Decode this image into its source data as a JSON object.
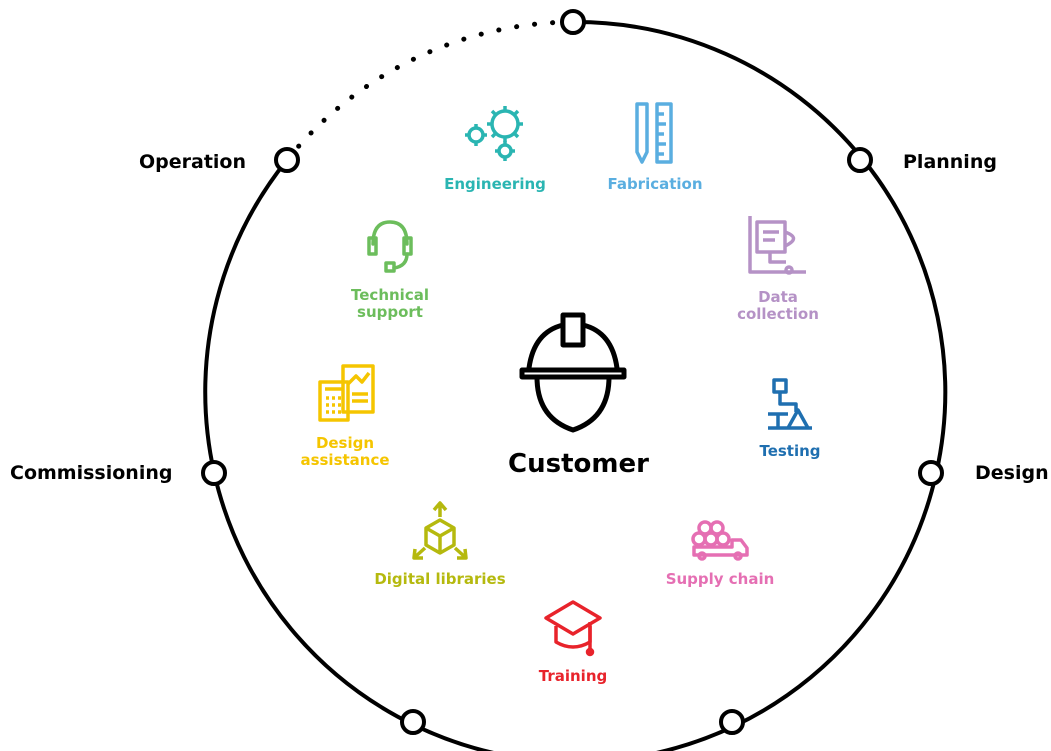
{
  "center": {
    "label": "Customer"
  },
  "stages": {
    "planning": "Planning",
    "design": "Design",
    "commissioning": "Commissioning",
    "operation": "Operation"
  },
  "services": {
    "engineering": {
      "label": "Engineering",
      "color": "#2ab5b2",
      "icon": "gears-icon"
    },
    "fabrication": {
      "label": "Fabrication",
      "color": "#5aaee0",
      "icon": "pencil-ruler-icon"
    },
    "data_collection": {
      "label": "Data\ncollection",
      "color": "#b592c6",
      "icon": "data-collection-icon"
    },
    "testing": {
      "label": "Testing",
      "color": "#1f6fb0",
      "icon": "microscope-icon"
    },
    "supply_chain": {
      "label": "Supply chain",
      "color": "#e56fb3",
      "icon": "truck-pipes-icon"
    },
    "training": {
      "label": "Training",
      "color": "#e8232b",
      "icon": "graduation-cap-icon"
    },
    "digital_libraries": {
      "label": "Digital libraries",
      "color": "#b5b90e",
      "icon": "cube-arrows-icon"
    },
    "design_assistance": {
      "label": "Design\nassistance",
      "color": "#f5c500",
      "icon": "calculator-chart-icon"
    },
    "technical_support": {
      "label": "Technical\nsupport",
      "color": "#6cbd5c",
      "icon": "headset-icon"
    }
  }
}
